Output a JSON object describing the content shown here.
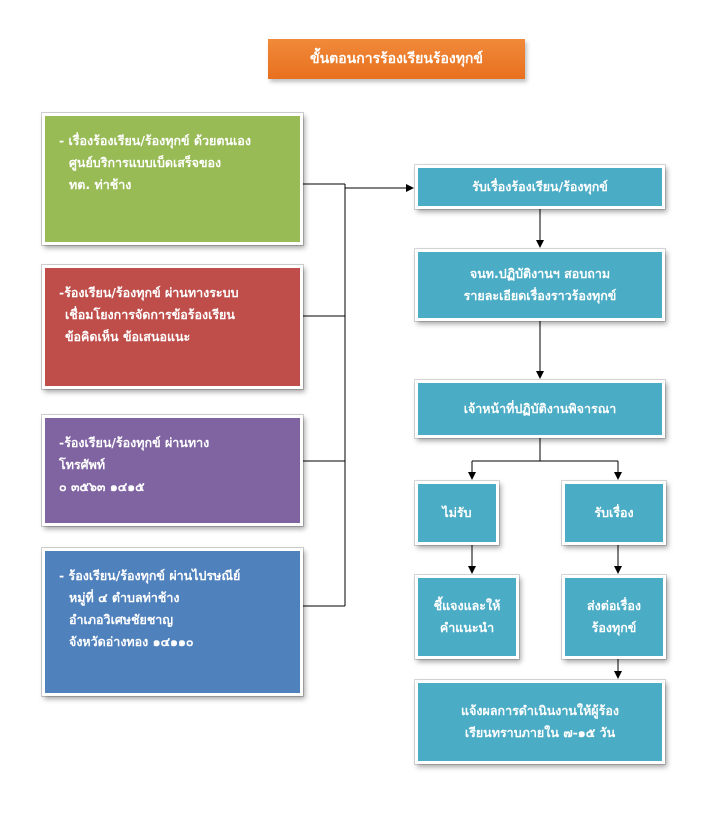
{
  "title": "ขั้นตอนการร้องเรียนร้องทุกข์",
  "channels": {
    "walk_in": {
      "lines": [
        "- เรื่องร้องเรียน/ร้องทุกข์ ด้วยตนเอง",
        "ศูนย์บริการแบบเบ็ดเสร็จของ",
        "ทต. ท่าช้าง"
      ],
      "color": "#98bb55"
    },
    "online_system": {
      "lines": [
        "-ร้องเรียน/ร้องทุกข์ ผ่านทางระบบ",
        "เชื่อมโยงการจัดการข้อร้องเรียน",
        "ข้อคิดเห็น ข้อเสนอแนะ"
      ],
      "color": "#bf4e4b"
    },
    "telephone": {
      "lines": [
        "-ร้องเรียน/ร้องทุกข์ ผ่านทาง",
        "โทรศัพท์",
        "๐ ๓๕๖๓ ๑๔๑๕"
      ],
      "color": "#8064a2"
    },
    "post": {
      "lines": [
        "- ร้องเรียน/ร้องทุกข์ ผ่านไปรษณีย์",
        "หมู่ที่ ๔ ตำบลท่าช้าง",
        "อำเภอวิเศษชัยชาญ",
        "จังหวัดอ่างทอง ๑๔๑๑๐"
      ],
      "color": "#4f81bd"
    }
  },
  "steps": {
    "receive": [
      "รับเรื่องร้องเรียน/ร้องทุกข์"
    ],
    "inquire": [
      "จนท.ปฏิบัติงานฯ สอบถาม",
      "รายละเอียดเรื่องราวร้องทุกข์"
    ],
    "consider": [
      "เจ้าหน้าที่ปฏิบัติงานพิจารณา"
    ],
    "reject": [
      "ไม่รับ"
    ],
    "accept": [
      "รับเรื่อง"
    ],
    "explain": [
      "ชี้แจงและให้",
      "คำแนะนำ"
    ],
    "forward": [
      "ส่งต่อเรื่อง",
      "ร้องทุกข์"
    ],
    "notify": [
      "แจ้งผลการดำเนินงานให้ผู้ร้อง",
      "เรียนทราบภายใน ๗-๑๕ วัน"
    ]
  },
  "colors": {
    "step_fill": "#4bacc6",
    "title_fill": "#e8701f",
    "connector": "#000000"
  }
}
